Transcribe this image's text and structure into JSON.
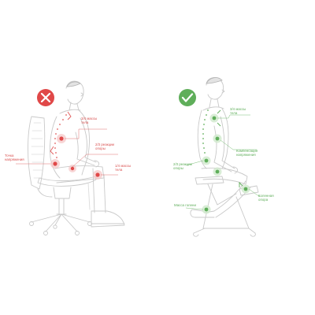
{
  "colors": {
    "bad": "#e04848",
    "good": "#5fae5a",
    "outline": "#c8c8c8",
    "bad_line": "#e07070",
    "good_line": "#7cc078"
  },
  "icons": {
    "bad": "cross-mark-icon",
    "good": "check-mark-icon"
  },
  "bad_panel": {
    "labels": {
      "mass_34": "3/4 массы\nтела",
      "support_reaction_23": "2/3 реакции\nопоры",
      "stress_point": "Точка\nнапряжения",
      "mass_14": "1/4 массы\nтела"
    }
  },
  "good_panel": {
    "labels": {
      "mass_34": "3/4 массы\nтела",
      "compensated_stress": "Компенсация\nнапряжения",
      "support_reaction_23": "2/3 реакции\nопоры",
      "knee_support": "Коленная\nопора",
      "shin_mass": "Масса голени"
    }
  }
}
